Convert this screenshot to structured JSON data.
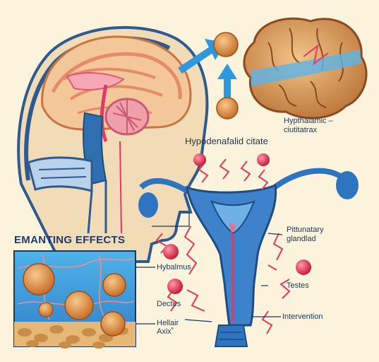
{
  "labels": {
    "hypothalamic": "Hypthalamic –\nciutitatrax",
    "hypodenafalid": "Hypodenafalid citate",
    "section_title": "EMANTING EFFECTS",
    "pittunatary": "Pittunatary\nglandlad",
    "hybalmus": "Hybalmus",
    "testes": "Testes",
    "dectes": "Dectes",
    "hellair": "Hellair\nAxix˚",
    "intervention": "Intervention"
  },
  "colors": {
    "background": "#fbf3dc",
    "skin": "#f1d9b2",
    "head_blue": "#2f5a8e",
    "brain_pink": "#f0a8a0",
    "organ_blue": "#2f74c0",
    "cell_orange": "#e59a55",
    "red_ball": "#e23a5a",
    "arrow_blue": "#2f97dc",
    "signal_red": "#e33a5a"
  }
}
